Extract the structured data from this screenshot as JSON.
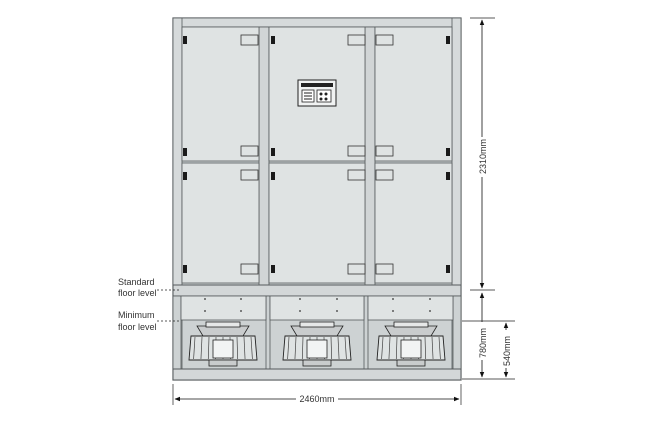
{
  "labels": {
    "standard_floor_line1": "Standard",
    "standard_floor_line2": "floor level",
    "minimum_floor_line1": "Minimum",
    "minimum_floor_line2": "floor level"
  },
  "dimensions": {
    "total_height": "2310mm",
    "base_height": "780mm",
    "floor_height": "540mm",
    "width": "2460mm"
  },
  "colors": {
    "panel": "#dfe3e3",
    "frame": "#cdd2d3",
    "outline": "#555a5c",
    "dark": "#222222",
    "fan_metal": "#c9cccd"
  },
  "icons": {
    "control_panel": "control-panel-display-icon",
    "fan": "centrifugal-fan-icon",
    "arrow": "dimension-arrow-icon"
  }
}
